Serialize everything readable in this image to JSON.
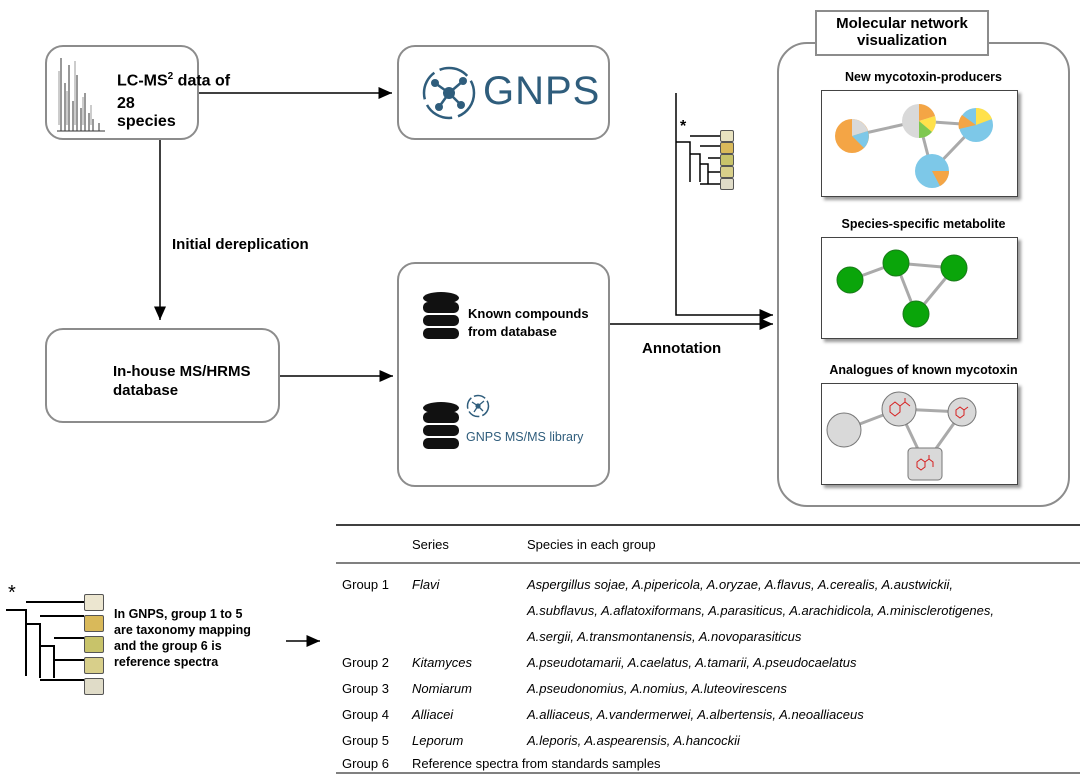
{
  "lcms": {
    "prefix": "LC-MS",
    "sup": "2",
    "suffix": " data of",
    "line2": "28 species"
  },
  "gnps": {
    "text": "GNPS"
  },
  "inhouse": {
    "line1": "In-house MS/HRMS",
    "line2": "database"
  },
  "db": {
    "line1": "Known compounds",
    "line2": "from database",
    "library": "GNPS MS/MS library"
  },
  "labels": {
    "initial": "Initial dereplication",
    "annotation": "Annotation"
  },
  "network": {
    "title_line1": "Molecular network",
    "title_line2": "visualization",
    "panel1": "New mycotoxin-producers",
    "panel2": "Species-specific metabolite",
    "panel3": "Analogues of known mycotoxin"
  },
  "tree": {
    "star": "*"
  },
  "note": {
    "line1": "In GNPS, group 1 to 5",
    "line2": "are taxonomy mapping",
    "line3": "and the group 6 is",
    "line4": "reference spectra"
  },
  "table": {
    "header": {
      "series": "Series",
      "species": "Species in each group"
    },
    "rows": [
      {
        "group": "Group 1",
        "series": "Flavi",
        "species": "Aspergillus sojae, A.pipericola, A.oryzae, A.flavus, A.cerealis, A.austwickii,"
      },
      {
        "group": "",
        "series": "",
        "species": "A.subflavus, A.aflatoxiformans, A.parasiticus, A.arachidicola, A.minisclerotigenes,"
      },
      {
        "group": "",
        "series": "",
        "species": "A.sergii, A.transmontanensis, A.novoparasiticus"
      },
      {
        "group": "Group 2",
        "series": "Kitamyces",
        "species": "A.pseudotamarii, A.caelatus, A.tamarii, A.pseudocaelatus"
      },
      {
        "group": "Group 3",
        "series": "Nomiarum",
        "species": "A.pseudonomius, A.nomius, A.luteovirescens"
      },
      {
        "group": "Group 4",
        "series": "Alliacei",
        "species": "A.alliaceus, A.vandermerwei, A.albertensis, A.neoalliaceus"
      },
      {
        "group": "Group 5",
        "series": "Leporum",
        "species": "A.leporis, A.aspearensis, A.hancockii"
      }
    ],
    "last": {
      "group": "Group 6",
      "text": "Reference spectra from standards samples"
    }
  },
  "colors": {
    "box_border": "#8c8c8c",
    "gnps_blue": "#2f5d7c",
    "green": "#0aa50a",
    "node_gray": "#d9d9d9",
    "structure_red": "#d62020"
  }
}
